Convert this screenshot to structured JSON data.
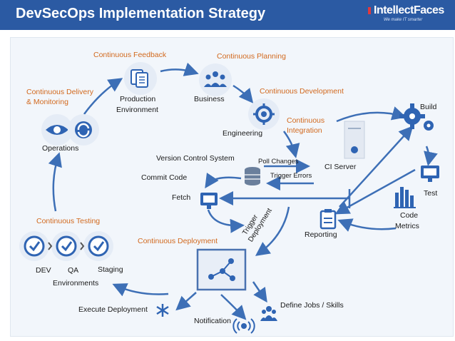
{
  "title": "DevSecOps Implementation Strategy",
  "logo": {
    "name": "IntellectFaces",
    "tagline": "We make IT smarter"
  },
  "stages": {
    "continuous_feedback": "Continuous Feedback",
    "continuous_planning": "Continuous Planning",
    "continuous_delivery": [
      "Continuous Delivery",
      "& Monitoring"
    ],
    "continuous_development": "Continuous Development",
    "continuous_integration": [
      "Continuous",
      "Integration"
    ],
    "continuous_testing": "Continuous Testing",
    "continuous_deployment": "Continuous Deployment"
  },
  "nodes": {
    "production": [
      "Production",
      "Environment"
    ],
    "business": "Business",
    "engineering": "Engineering",
    "operations": "Operations",
    "build": "Build",
    "test": "Test",
    "code_metrics": [
      "Code",
      "Metrics"
    ],
    "ci_server": "CI Server",
    "reporting": "Reporting",
    "version_control": "Version Control System",
    "commit_code": "Commit Code",
    "fetch": "Fetch",
    "poll_changes": "Poll Changes",
    "trigger_errors": "Trigger Errors",
    "trigger_deployment": [
      "Trigger",
      "Deployment"
    ],
    "dev": "DEV",
    "qa": "QA",
    "staging": "Staging",
    "environments": "Environments",
    "execute_deployment": "Execute Deployment",
    "notification": "Notification",
    "define_jobs": "Define Jobs / Skills"
  },
  "colors": {
    "header": "#2b5aa3",
    "accent_orange": "#d2691e",
    "icon_blue": "#2f64b3",
    "arrow": "#3d6fb6"
  }
}
